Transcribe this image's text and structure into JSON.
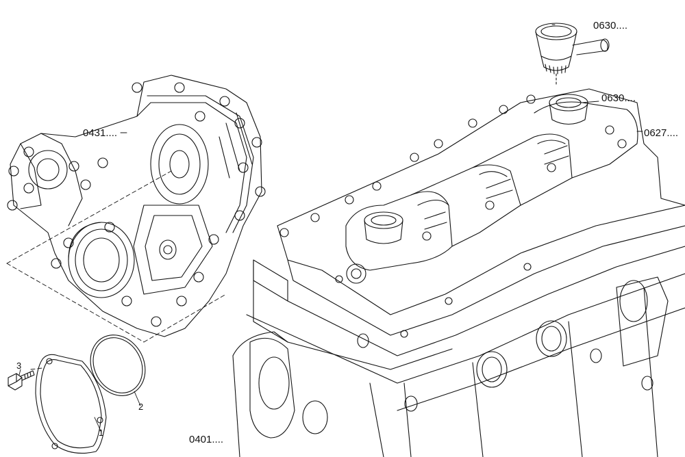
{
  "labels": {
    "ref_0630_top": "0630....",
    "ref_0630_mid": "0630....",
    "ref_0627": "0627....",
    "ref_0431": "0431....",
    "ref_0401": "0401....",
    "item_1": "1",
    "item_2": "2",
    "item_3": "3"
  }
}
